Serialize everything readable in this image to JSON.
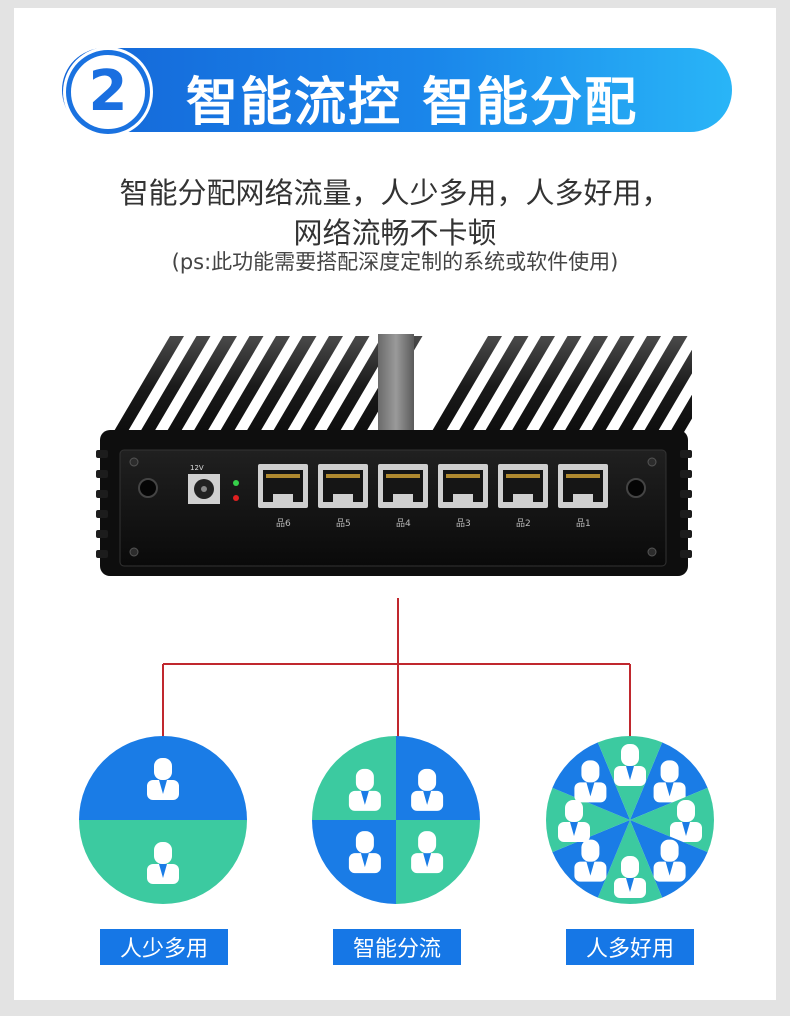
{
  "banner": {
    "number": "2",
    "title": "智能流控 智能分配"
  },
  "description": {
    "line1": "智能分配网络流量，人少多用，人多好用，",
    "line2": "网络流畅不卡顿",
    "note": "(ps:此功能需要搭配深度定制的系统或软件使用)"
  },
  "device": {
    "power_label": "12V",
    "ports": [
      "6",
      "5",
      "4",
      "3",
      "2",
      "1"
    ]
  },
  "modes": [
    {
      "caption": "人少多用",
      "slices": 2
    },
    {
      "caption": "智能分流",
      "slices": 4
    },
    {
      "caption": "人多好用",
      "slices": 8
    }
  ],
  "colors": {
    "blue": "#1a7ce6",
    "green": "#3ccaa0",
    "line": "#c0282e",
    "caption_bg": "#1677e6"
  }
}
